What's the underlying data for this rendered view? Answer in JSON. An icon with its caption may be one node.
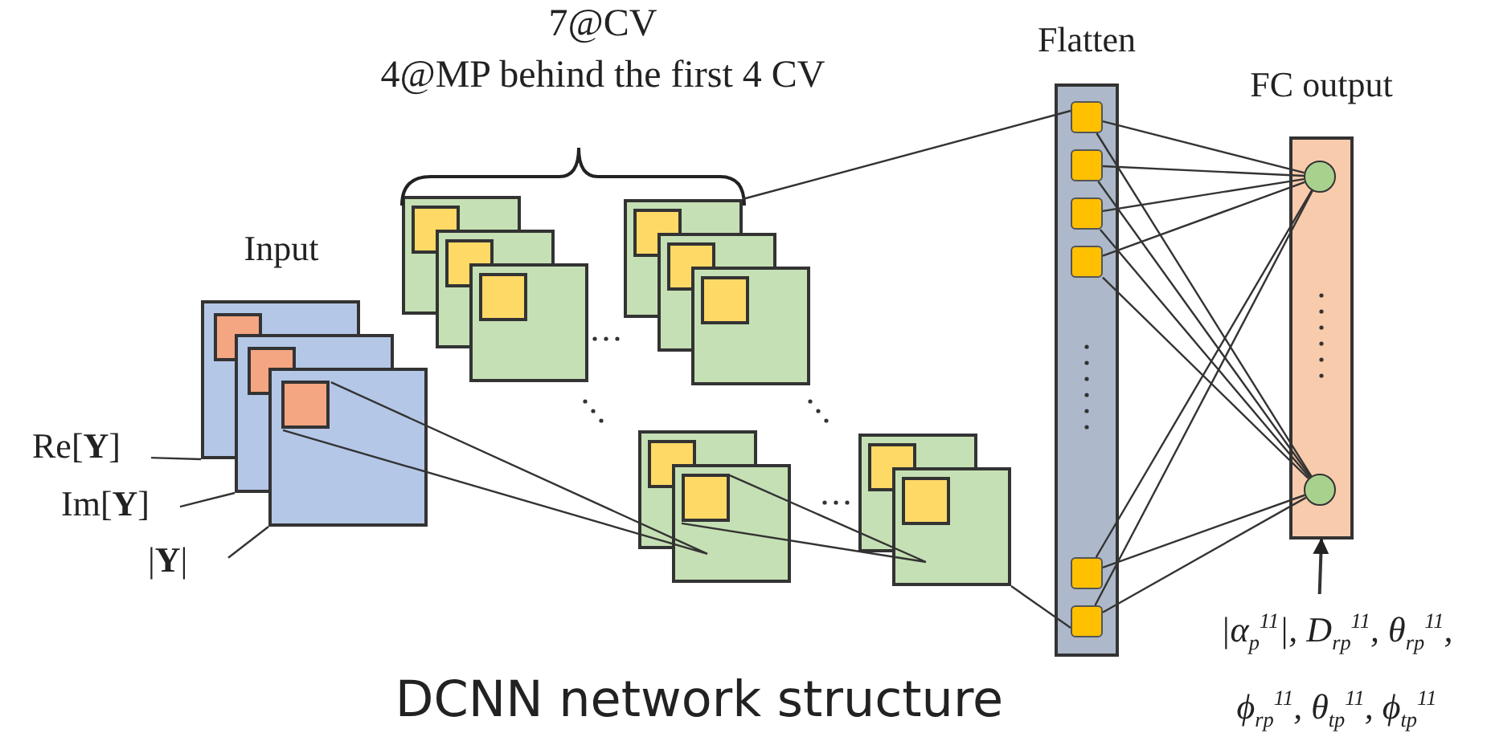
{
  "diagram": {
    "caption": "DCNN network structure",
    "nodes": [
      {
        "text": [
          "Re[**Y**]"
        ]
      },
      {
        "text": [
          "Im[**Y**]"
        ]
      },
      {
        "text": [
          "|**Y**|"
        ]
      },
      {
        "text": [],
        "shape": "picture"
      },
      {
        "text": [],
        "shape": "picture"
      },
      {
        "text": [],
        "shape": "picture"
      },
      {
        "text": [],
        "shape": "picture"
      },
      {
        "text": [],
        "shape": "picture"
      },
      {
        "text": [
          "Flatten"
        ]
      },
      {
        "text": [],
        "shape": "box",
        "in": 8
      },
      {
        "text": [],
        "shape": "box",
        "in": 8
      },
      {
        "text": [],
        "shape": "box",
        "in": 8
      },
      {
        "text": [],
        "shape": "box",
        "in": 8
      },
      {
        "text": [],
        "shape": "box",
        "in": 8
      },
      {
        "text": [],
        "shape": "box",
        "in": 8
      },
      {
        "text": [
          "FC output"
        ]
      },
      {
        "text": [],
        "shape": "circle",
        "in": 15
      },
      {
        "text": [],
        "shape": "circle",
        "in": 15
      },
      {
        "text": [
          "|α$_{p}$$^{11}$|, D$_{rp}$$^{11}$, θ$_{rp}$$^{11}$, ϕ$_{rp}$$^{11}$, θ$_{tp}$$^{11}$, ϕ$_{tp}$$^{11}$"
        ]
      }
    ],
    "edges": [
      {
        "from": 0,
        "to": 3,
        "arrow": "none"
      },
      {
        "from": 1,
        "to": 3,
        "arrow": "none"
      },
      {
        "from": 2,
        "to": 3,
        "arrow": "none"
      },
      {
        "from": 3,
        "to": 6,
        "arrow": "none"
      },
      {
        "from": 6,
        "to": 7,
        "arrow": "none"
      },
      {
        "from": 5,
        "to": 9,
        "arrow": "none"
      },
      {
        "from": 7,
        "to": 14,
        "arrow": "none"
      },
      {
        "from": 9,
        "to": 16,
        "arrow": "none"
      },
      {
        "from": 9,
        "to": 17,
        "arrow": "none"
      },
      {
        "from": 10,
        "to": 16,
        "arrow": "none"
      },
      {
        "from": 10,
        "to": 17,
        "arrow": "none"
      },
      {
        "from": 11,
        "to": 16,
        "arrow": "none"
      },
      {
        "from": 11,
        "to": 17,
        "arrow": "none"
      },
      {
        "from": 12,
        "to": 16,
        "arrow": "none"
      },
      {
        "from": 12,
        "to": 17,
        "arrow": "none"
      },
      {
        "from": 13,
        "to": 16,
        "arrow": "none"
      },
      {
        "from": 13,
        "to": 17,
        "arrow": "none"
      },
      {
        "from": 14,
        "to": 16,
        "arrow": "none"
      },
      {
        "from": 14,
        "to": 17,
        "arrow": "none"
      },
      {
        "from": 18,
        "to": 15,
        "arrow": "to"
      }
    ],
    "labels": [
      "7@CV",
      "4@MP behind the first 4 CV",
      "Input"
    ]
  }
}
